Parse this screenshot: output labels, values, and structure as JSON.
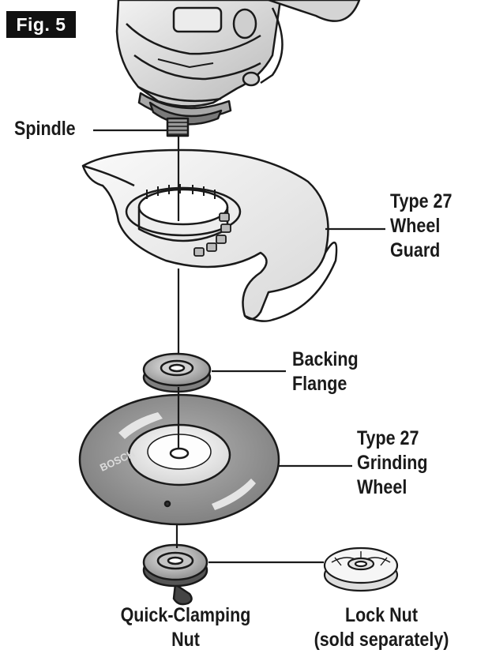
{
  "figure": {
    "tag": "Fig. 5",
    "labels": {
      "spindle": [
        "Spindle"
      ],
      "guard": [
        "Type 27",
        "Wheel",
        "Guard"
      ],
      "backing_flange": [
        "Backing",
        "Flange"
      ],
      "grinding_wheel": [
        "Type 27",
        "Grinding",
        "Wheel"
      ],
      "clamping_nut": [
        "Quick-Clamping",
        "Nut"
      ],
      "lock_nut": [
        "Lock Nut",
        "(sold separately)"
      ]
    },
    "wheel_brand": "BOSCH"
  },
  "colors": {
    "ink": "#1a1a1a",
    "tag_bg": "#111111",
    "wheel_gray": "#8f8f8f",
    "part_light": "#e6e6e6",
    "part_mid": "#bdbdbd"
  }
}
